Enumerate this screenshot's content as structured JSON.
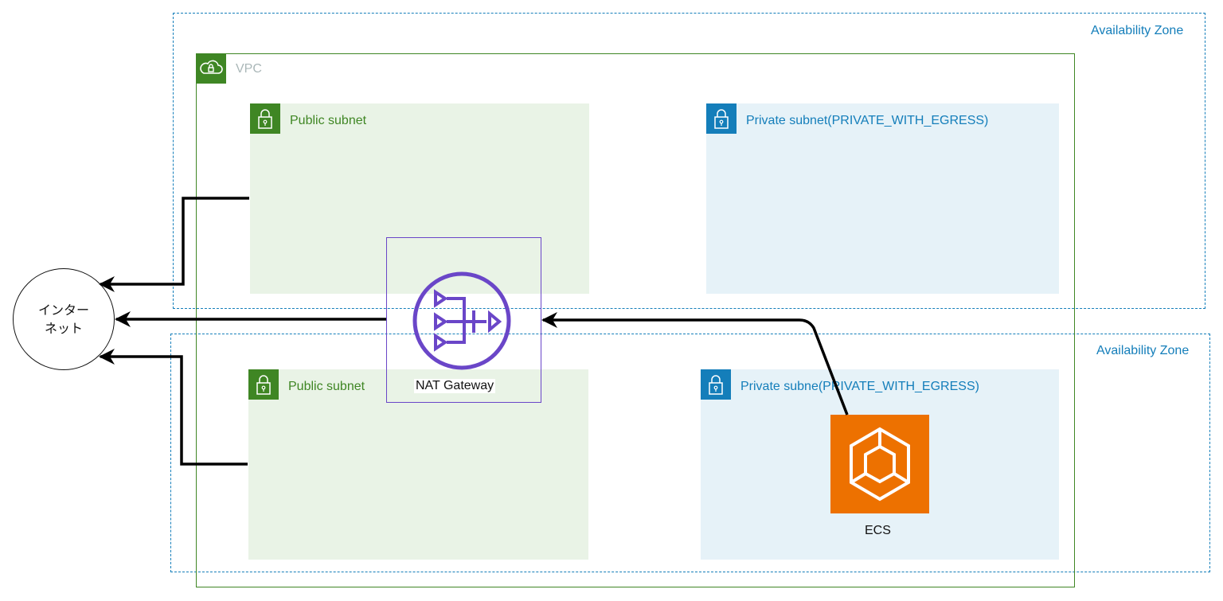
{
  "availability_zones": [
    {
      "label": "Availability Zone"
    },
    {
      "label": "Availability Zone"
    }
  ],
  "vpc": {
    "label": "VPC",
    "icon": "cloud-lock-icon",
    "color": "#3f8624"
  },
  "subnets": {
    "public_top": {
      "label": "Public subnet",
      "icon": "lock-icon"
    },
    "private_top": {
      "label": "Private subnet(PRIVATE_WITH_EGRESS)",
      "icon": "lock-icon"
    },
    "public_bottom": {
      "label": "Public subnet",
      "icon": "lock-icon"
    },
    "private_bottom": {
      "label": "Private subne",
      "label_rest": "(PRIVATE_WITH_EGRESS)",
      "icon": "lock-icon"
    }
  },
  "nat_gateway": {
    "label": "NAT Gateway",
    "icon": "nat-gateway-icon",
    "color": "#6a46c8"
  },
  "ecs": {
    "label": "ECS",
    "icon": "ecs-icon",
    "color": "#ed7100"
  },
  "internet": {
    "line1": "インター",
    "line2": "ネット"
  },
  "colors": {
    "az": "#147eba",
    "public": "#e9f3e6",
    "private": "#e6f2f8"
  }
}
